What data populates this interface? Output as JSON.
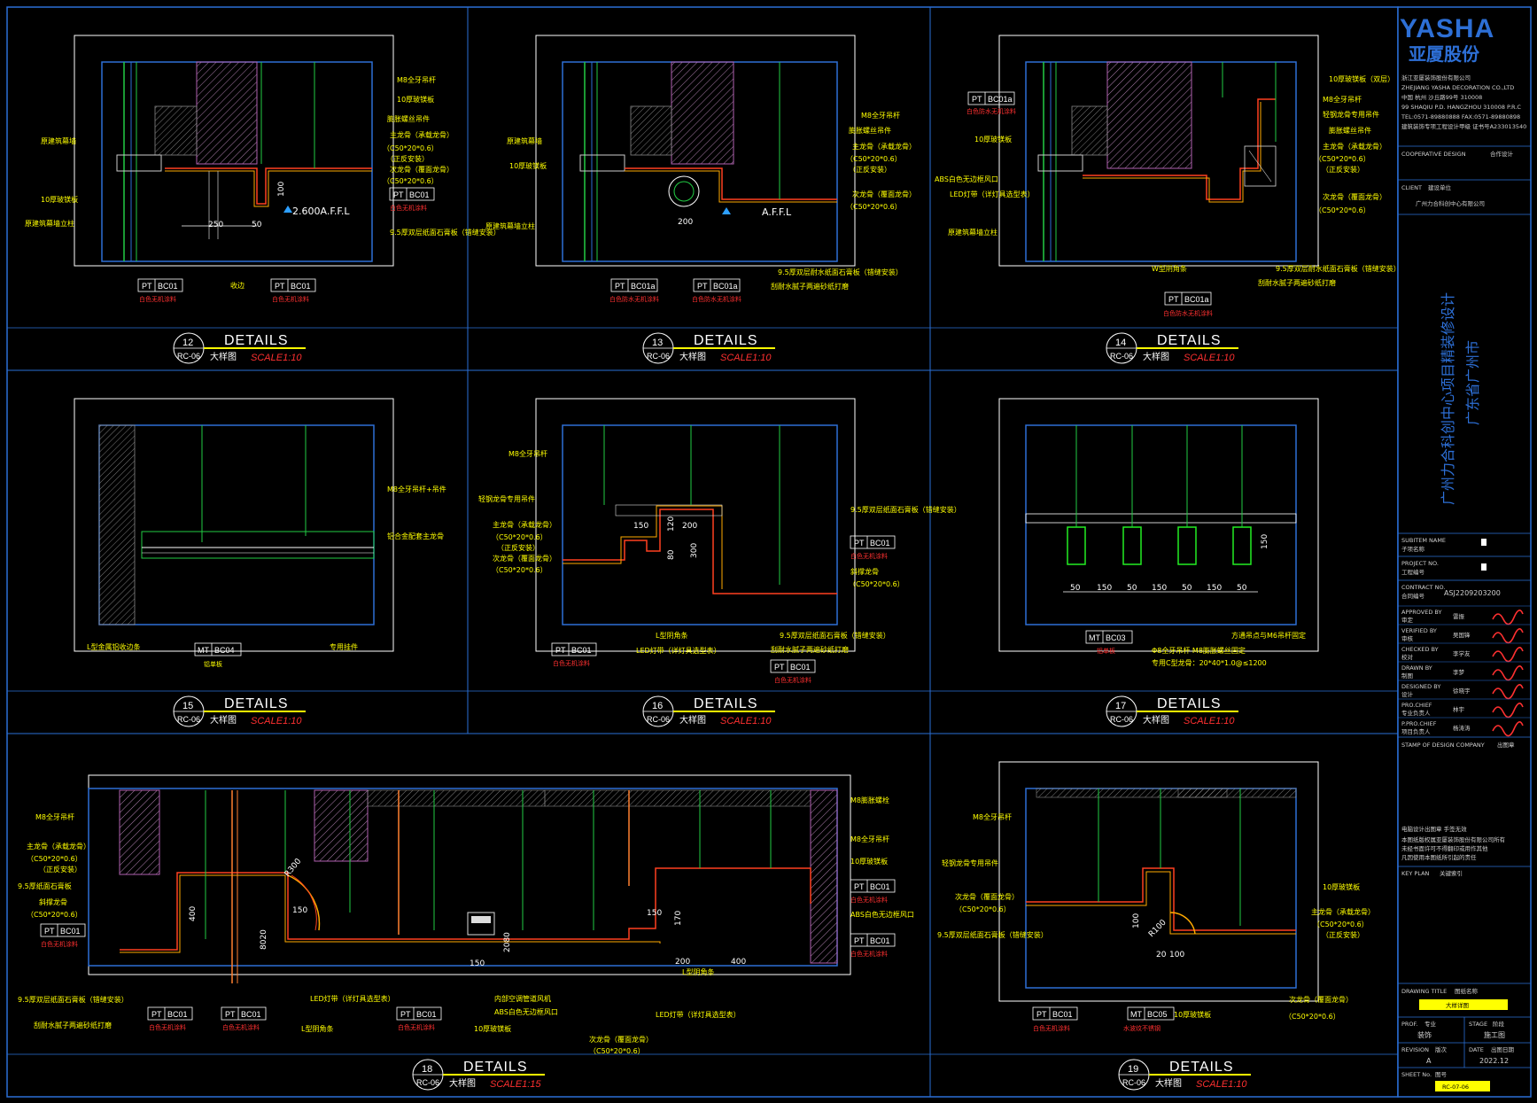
{
  "title_block": {
    "brand": "YASHA",
    "brand_cn": "亚厦股份",
    "company_lines": [
      "浙江亚厦装饰股份有限公司",
      "ZHEJIANG YASHA DECORATION CO.,LTD",
      "中国 杭州 沙丘路99号 310008",
      "99 SHAQIU P.D. HANGZHOU 310008 P.R.C",
      "TEL:0571-89880888 FAX:0571-89880898",
      "建筑装饰专项工程设计甲级 证书号A233013540"
    ],
    "cooperative_design": "COOPERATIVE DESIGN",
    "cooperative_design_cn": "合作设计",
    "client": "CLIENT",
    "client_cn": "建设单位",
    "client_name": "广州力合科创中心有限公司",
    "project_name_line1": "广州力合科创中心项目精装修设计",
    "project_name_line2": "广东省广州市",
    "subitem_name": "SUBITEM NAME",
    "subitem_name_cn": "子项名称",
    "project_no": "PROJECT NO.",
    "project_no_cn": "工程编号",
    "contract_no": "CONTRACT NO.",
    "contract_no_cn": "合同编号",
    "contract_no_value": "ASJ2209203200",
    "roles": [
      {
        "en": "APPROVED BY",
        "cn": "审定",
        "name": "雷振"
      },
      {
        "en": "VERIFIED BY",
        "cn": "审核",
        "name": "吴国锋"
      },
      {
        "en": "CHECKED BY",
        "cn": "校对",
        "name": "李学友"
      },
      {
        "en": "DRAWN BY",
        "cn": "制图",
        "name": "李梦"
      },
      {
        "en": "DESIGNED BY",
        "cn": "设计",
        "name": "徐晓宇"
      },
      {
        "en": "PRO.CHIEF",
        "cn": "专业负责人",
        "name": "林宇"
      },
      {
        "en": "P.PRO.CHIEF",
        "cn": "项目负责人",
        "name": "杨涛涛"
      }
    ],
    "stamp": "STAMP OF DESIGN COMPANY",
    "stamp_cn": "出图章",
    "notes": [
      "电脑设计出图章 手签无效",
      "本图纸版权属亚厦装饰股份有限公司所有",
      "未经书面许可不得翻印或用作其他",
      "凡因使用本图纸所引起的责任"
    ],
    "key_plan": "KEY PLAN",
    "key_plan_cn": "关键索引",
    "drawing_title": "DRAWING TITLE",
    "drawing_title_cn": "图纸名称",
    "drawing_title_value": "大样详图",
    "prof": "PROF.",
    "prof_cn": "专业",
    "prof_value": "装饰",
    "stage": "STAGE",
    "stage_cn": "阶段",
    "stage_value": "施工图",
    "revision": "REVISION",
    "revision_cn": "版次",
    "revision_value": "A",
    "date": "DATE",
    "date_cn": "出图日期",
    "date_value": "2022.12",
    "sheet_no": "SHEET No.",
    "sheet_no_cn": "图号",
    "sheet_no_value": "RC-07-06"
  },
  "details": [
    {
      "num": "12",
      "title": "DETAILS",
      "ref": "RC-06",
      "cn": "大样图",
      "scale": "SCALE1:10"
    },
    {
      "num": "13",
      "title": "DETAILS",
      "ref": "RC-06",
      "cn": "大样图",
      "scale": "SCALE1:10"
    },
    {
      "num": "14",
      "title": "DETAILS",
      "ref": "RC-06",
      "cn": "大样图",
      "scale": "SCALE1:10"
    },
    {
      "num": "15",
      "title": "DETAILS",
      "ref": "RC-06",
      "cn": "大样图",
      "scale": "SCALE1:10"
    },
    {
      "num": "16",
      "title": "DETAILS",
      "ref": "RC-06",
      "cn": "大样图",
      "scale": "SCALE1:10"
    },
    {
      "num": "17",
      "title": "DETAILS",
      "ref": "RC-06",
      "cn": "大样图",
      "scale": "SCALE1:10"
    },
    {
      "num": "18",
      "title": "DETAILS",
      "ref": "RC-06",
      "cn": "大样图",
      "scale": "SCALE1:15"
    },
    {
      "num": "19",
      "title": "DETAILS",
      "ref": "RC-06",
      "cn": "大样图",
      "scale": "SCALE1:10"
    }
  ],
  "mat": {
    "pt": "PT",
    "mt": "MT",
    "bc01": "BC01",
    "bc01a": "BC01a",
    "bc03": "BC03",
    "bc04": "BC04",
    "bc05": "BC05",
    "white_paint": "白色无机涂料",
    "white_waterproof_paint": "白色防水无机涂料",
    "aluminum": "铝单板",
    "stainless": "不锈钢",
    "stainless_color": "水波纹不锈钢"
  },
  "d12": {
    "m8": "M8全牙吊杆",
    "board10": "10厚玻镁板",
    "reinforce": "膨胀螺丝吊件",
    "main_keel": "主龙骨（承载龙骨）",
    "c50a": "（C50*20*0.6）",
    "main_note": "（正反安装）",
    "sub_keel": "次龙骨（覆面龙骨）",
    "c50b": "（C50*20*0.6）",
    "curtain": "原建筑幕墙",
    "magnesium": "10厚玻镁板",
    "curtain_col": "原建筑幕墙立柱",
    "gypsum": "9.5厚双层纸面石膏板（错缝安装）",
    "elev": "2.600A.F.F.L",
    "d250": "250",
    "d50": "50",
    "d100": "100",
    "edge": "收边"
  },
  "d13": {
    "m8": "M8全牙吊杆",
    "reinforce": "膨胀螺丝吊件",
    "main_keel": "主龙骨（承载龙骨）",
    "c50a": "（C50*20*0.6）",
    "main_note": "（正反安装）",
    "sub_keel": "次龙骨（覆面龙骨）",
    "c50b": "（C50*20*0.6）",
    "curtain": "原建筑幕墙",
    "magnesium": "10厚玻镁板",
    "curtain_col": "原建筑幕墙立柱",
    "gypsum": "9.5厚双层耐水纸面石膏板（错缝安装）",
    "putty": "刮耐水腻子两遍砂纸打磨",
    "elev": "A.F.F.L",
    "d200": "200"
  },
  "d14": {
    "board_top": "10厚玻镁板（双层）",
    "m8": "M8全牙吊杆",
    "clip": "轻钢龙骨专用吊件",
    "reinforce": "膨胀螺丝吊件",
    "main_keel": "主龙骨（承载龙骨）",
    "c50a": "（C50*20*0.6）",
    "main_note": "（正反安装）",
    "sub_keel": "次龙骨（覆面龙骨）",
    "c50b": "（C50*20*0.6）",
    "magnesium": "10厚玻镁板",
    "abs": "ABS白色无边框风口",
    "led": "LED灯带（详灯具选型表）",
    "curtain_col": "原建筑幕墙立柱",
    "w_angle": "W型阴角条",
    "gypsum": "9.5厚双层耐水纸面石膏板（错缝安装）",
    "putty": "刮耐水腻子两遍砂纸打磨"
  },
  "d15": {
    "m8": "M8全牙吊杆+吊件",
    "keel": "铝合金配套主龙骨",
    "angle": "L型金属铝收边条",
    "special": "专用挂件"
  },
  "d16": {
    "m8": "M8全牙吊杆",
    "clip": "轻钢龙骨专用吊件",
    "main_keel": "主龙骨（承载龙骨）",
    "c50a": "（C50*20*0.6）",
    "main_note": "（正反安装）",
    "sub_keel": "次龙骨（覆面龙骨）",
    "c50b": "（C50*20*0.6）",
    "gypsum": "9.5厚双层纸面石膏板（错缝安装）",
    "brace": "斜撑龙骨",
    "c50c": "（C50*20*0.6）",
    "l_angle": "L型阴角条",
    "led": "LED灯带（详灯具选型表）",
    "gypsum2": "9.5厚双层纸面石膏板（错缝安装）",
    "putty": "刮耐水腻子两遍砂纸打磨",
    "d150": "150",
    "d120": "120",
    "d200": "200",
    "d80": "80",
    "d300": "300"
  },
  "d17": {
    "tube": "方通吊点与M6吊杆固定",
    "m8": "Φ8全牙吊杆 M8膨胀螺丝固定",
    "spec": "专用C型龙骨：20*40*1.0@≤1200",
    "d150": "150",
    "dims": [
      "50",
      "150",
      "50",
      "150",
      "50",
      "150",
      "50"
    ]
  },
  "d18": {
    "m8a": "M8全牙吊杆",
    "main_keel": "主龙骨（承载龙骨）",
    "c50a": "（C50*20*0.6）",
    "main_note": "（正反安装）",
    "gypsum_top": "9.5厚纸面石膏板",
    "brace": "斜撑龙骨",
    "c50b": "（C50*20*0.6）",
    "gypsum": "9.5厚双层纸面石膏板（错缝安装）",
    "putty": "刮耐水腻子两遍砂纸打磨",
    "m8r1": "M8膨胀螺栓",
    "m8r2": "M8全牙吊杆",
    "board": "10厚玻镁板",
    "abs": "ABS白色无边框风口",
    "l_angle": "L型阴角条",
    "led": "LED灯带（详灯具选型表）",
    "ac": "内部空调管道风机",
    "abs2": "ABS白色无边框风口",
    "board2": "10厚玻镁板",
    "led2": "LED灯带（详灯具选型表）",
    "l_angle2": "L型阴角条",
    "sub_keel": "次龙骨（覆面龙骨）",
    "c50c": "（C50*20*0.6）",
    "d400": "400",
    "d150": "150",
    "r300": "R300",
    "d8020": "8020",
    "d170": "170",
    "d200": "200",
    "d400b": "400",
    "d150b": "150",
    "d2080": "2080"
  },
  "d19": {
    "m8": "M8全牙吊杆",
    "clip": "轻钢龙骨专用吊件",
    "sub_keel": "次龙骨（覆面龙骨）",
    "c50a": "（C50*20*0.6）",
    "gypsum": "9.5厚双层纸面石膏板（错缝安装）",
    "board": "10厚玻镁板",
    "main_keel": "主龙骨（承载龙骨）",
    "c50b": "（C50*20*0.6）",
    "main_note": "（正反安装）",
    "sub_keel2": "次龙骨（覆面龙骨）",
    "c50c": "（C50*20*0.6）",
    "board2": "10厚玻镁板",
    "r100": "R100",
    "d100": "100",
    "d20": "20",
    "d100b": "100"
  }
}
